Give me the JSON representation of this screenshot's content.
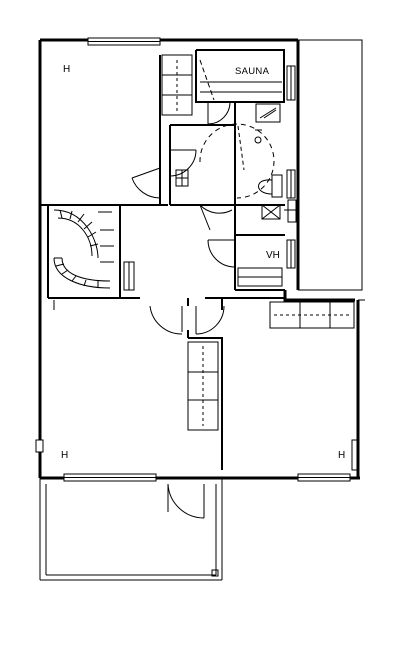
{
  "plan": {
    "labels": {
      "room_top_left": "H",
      "room_bottom_left": "H",
      "room_bottom_right": "H",
      "sauna": "SAUNA",
      "walk_in_closet": "VH"
    }
  }
}
